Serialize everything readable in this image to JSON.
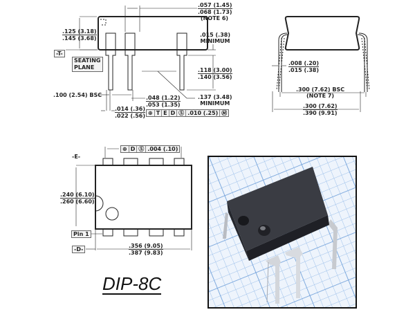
{
  "package_name": "DIP-8C",
  "side_view": {
    "datum_t": "-T-",
    "seating_plane": [
      "SEATING",
      "PLANE"
    ],
    "body_height": {
      "min": ".125 (3.18)",
      "max": ".145 (3.68)"
    },
    "lead_shoulder": {
      "min": ".057 (1.45)",
      "max": ".068 (1.73)",
      "note": "(NOTE 6)"
    },
    "standoff": {
      "value": ".015 (.38)",
      "note": "MINIMUM"
    },
    "lead_length": {
      "min": ".118 (3.00)",
      "max": ".140 (3.56)"
    },
    "body_clearance": {
      "value": ".137 (3.48)",
      "note": "MINIMUM"
    },
    "pitch": ".100 (2.54) BSC",
    "lead_width_upper": {
      "min": ".048 (1.22)",
      "max": ".053 (1.35)"
    },
    "lead_width_lower": {
      "min": ".014 (.36)",
      "max": ".022 (.56)"
    },
    "fcf": [
      "⊕",
      "T",
      "E",
      "D",
      "Ⓢ",
      ".010 (.25)",
      "Ⓜ"
    ]
  },
  "end_view": {
    "lead_thickness": {
      "min": ".008 (.20)",
      "max": ".015 (.38)"
    },
    "row_spacing": {
      "value": ".300 (7.62) BSC",
      "note": "(NOTE 7)"
    },
    "overall_width": {
      "min": ".300 (7.62)",
      "max": ".390 (9.91)"
    }
  },
  "top_view": {
    "datum_e": "-E-",
    "datum_d": "-D-",
    "pin1_label": "Pin 1",
    "fcf": [
      "⊕",
      "D",
      "Ⓢ",
      ".004 (.10)"
    ],
    "body_width": {
      "min": ".240 (6.10)",
      "max": ".260 (6.60)"
    },
    "body_length": {
      "min": ".356 (9.05)",
      "max": ".387 (9.83)"
    }
  },
  "photo": {
    "description": "Photo of black DIP-8 IC on blue graph paper",
    "grid_color": "#8fb6e6",
    "paper_color": "#eef4fc",
    "chip_color": "#2b2d33"
  }
}
